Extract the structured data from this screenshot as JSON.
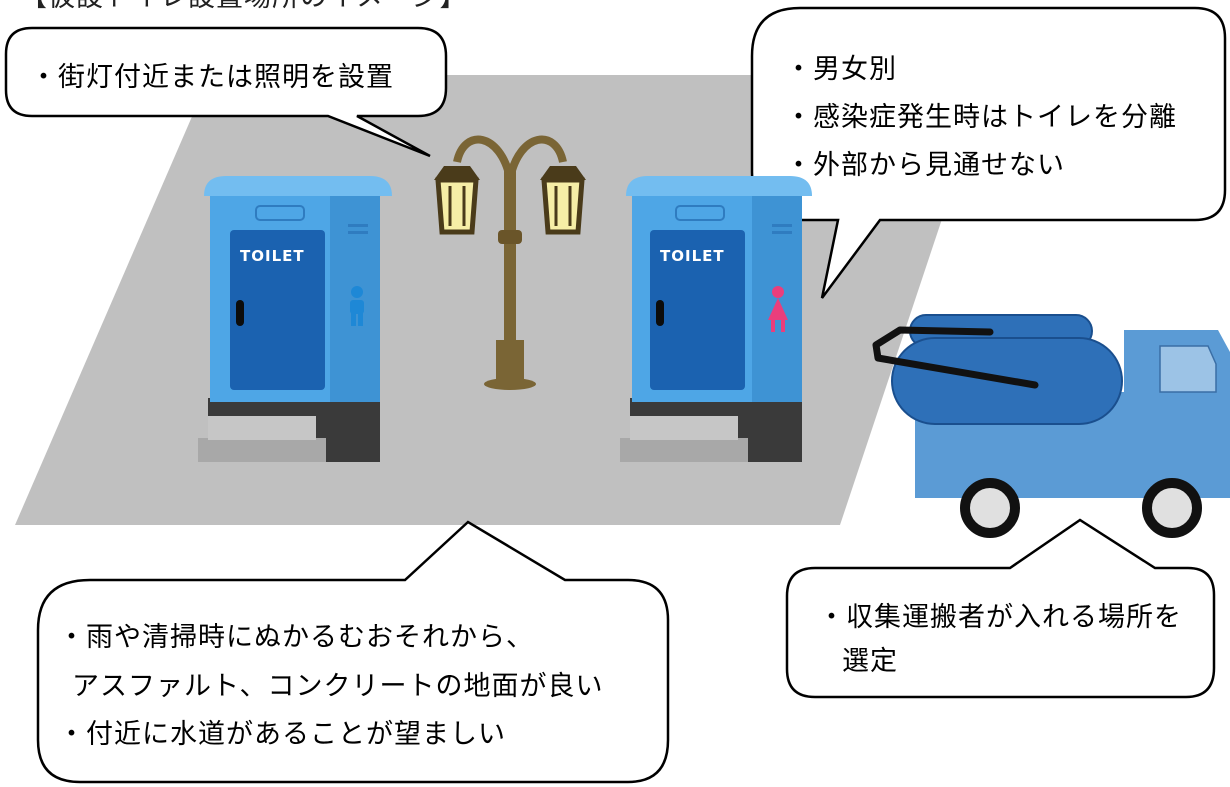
{
  "header_partial": "【仮設トイレ設置場所のイメージ】",
  "callouts": {
    "lighting": [
      "・街灯付近または照明を設置"
    ],
    "separation": [
      "・男女別",
      "・感染症発生時はトイレを分離",
      "・外部から見通せない"
    ],
    "ground": [
      "・雨や清掃時にぬかるむおそれから、",
      "アスファルト、コンクリートの地面が良い",
      "・付近に水道があることが望ましい"
    ],
    "access": [
      "・収集運搬者が入れる場所を",
      "選定"
    ]
  },
  "toilets": [
    {
      "label": "TOILET",
      "sign": "male-sign",
      "sign_color": "#1e88d6"
    },
    {
      "label": "TOILET",
      "sign": "female-sign",
      "sign_color": "#ea3e7c"
    }
  ],
  "colors": {
    "ground": "#c0c0c0",
    "toilet_body": "#4ea6e6",
    "toilet_door": "#1b62b0",
    "truck": "#5b9bd5",
    "tank": "#2e70b8",
    "lamp": "#7a6535",
    "lamp_glow": "#f6eea6"
  }
}
